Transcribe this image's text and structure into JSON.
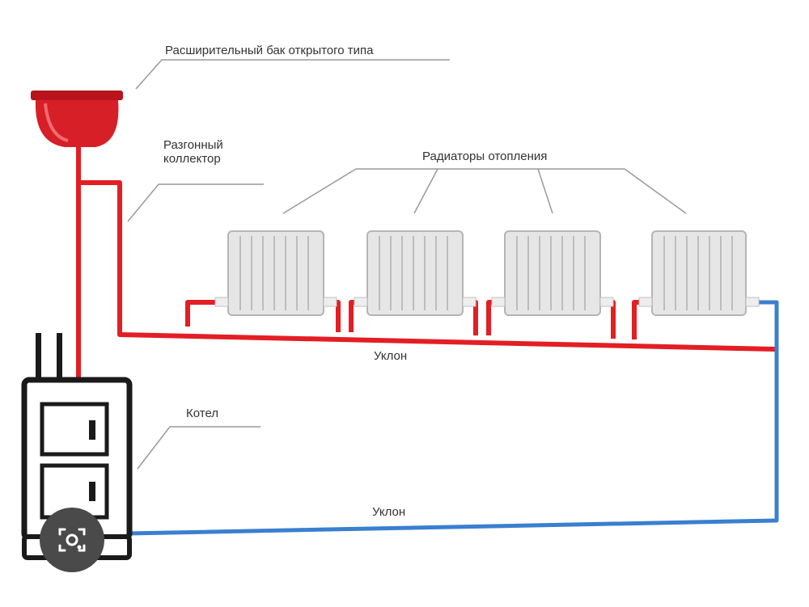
{
  "labels": {
    "expansion_tank": "Расширительный бак открытого типа",
    "collector": "Разгонный коллектор",
    "radiators": "Радиаторы отопления",
    "slope_top": "Уклон",
    "boiler": "Котел",
    "slope_bottom": "Уклон"
  },
  "colors": {
    "supply": "#e31e24",
    "return": "#3a7fd0",
    "tank": "#d71f27",
    "boiler": "#1a1a1a",
    "radiator": "#d8d8d8",
    "leader": "#999999"
  },
  "icons": {
    "lens": "image-search-icon"
  }
}
